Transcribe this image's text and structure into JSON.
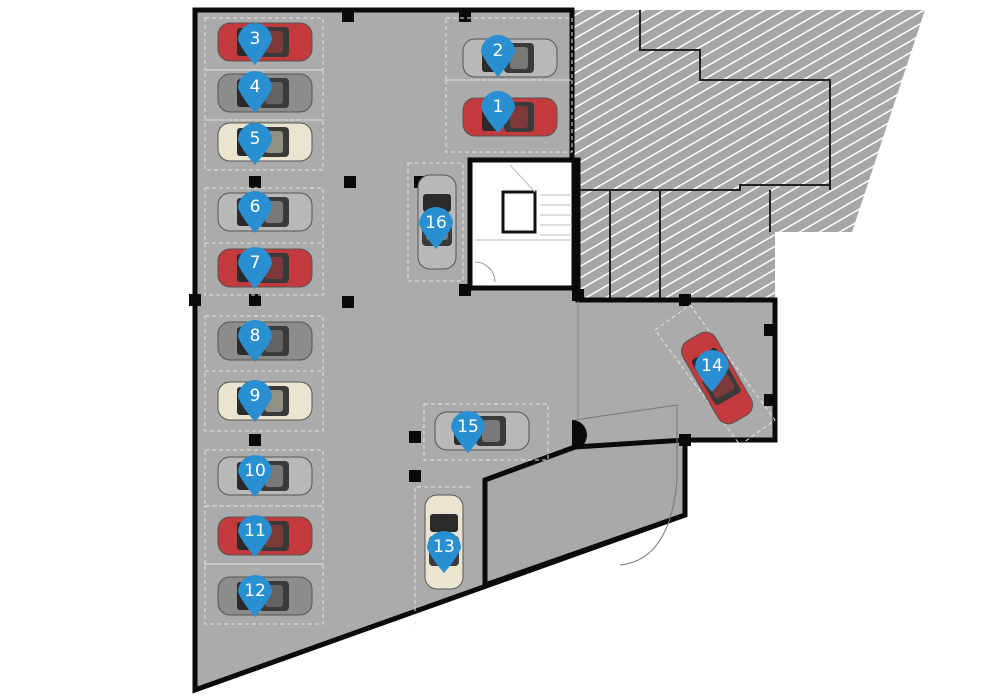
{
  "colors": {
    "floor": "#ababab",
    "wall": "#0a0a0a",
    "marker": "#2a8fd0",
    "hatch_bg": "#9a9a9a",
    "car_red": "#c23a3c",
    "car_gray": "#8c8c8c",
    "car_silver": "#b8b8b8",
    "car_cream": "#ebe4d0"
  },
  "spots": [
    {
      "number": "1",
      "color": "car_red"
    },
    {
      "number": "2",
      "color": "car_silver"
    },
    {
      "number": "3",
      "color": "car_red"
    },
    {
      "number": "4",
      "color": "car_gray"
    },
    {
      "number": "5",
      "color": "car_cream"
    },
    {
      "number": "6",
      "color": "car_silver"
    },
    {
      "number": "7",
      "color": "car_red"
    },
    {
      "number": "8",
      "color": "car_gray"
    },
    {
      "number": "9",
      "color": "car_cream"
    },
    {
      "number": "10",
      "color": "car_silver"
    },
    {
      "number": "11",
      "color": "car_red"
    },
    {
      "number": "12",
      "color": "car_gray"
    },
    {
      "number": "13",
      "color": "car_cream"
    },
    {
      "number": "14",
      "color": "car_red"
    },
    {
      "number": "15",
      "color": "car_silver"
    },
    {
      "number": "16",
      "color": "car_silver"
    }
  ]
}
